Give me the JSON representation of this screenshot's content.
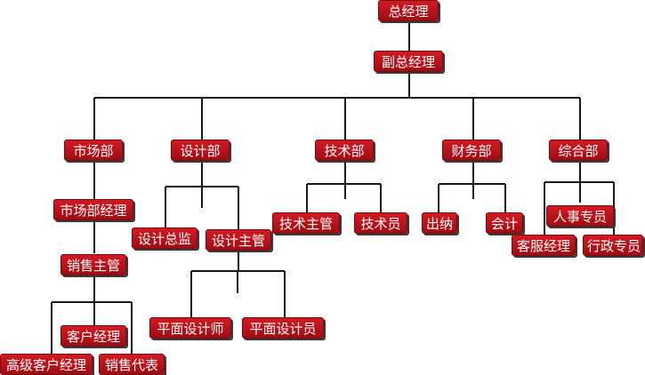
{
  "colors": {
    "node_fill": "#c8161e",
    "node_text": "#ffffff",
    "shadow": "#3b3b3b",
    "line": "#1a1a1a",
    "background": "#ffffff"
  },
  "org": {
    "gm": "总经理",
    "deputy_gm": "副总经理",
    "departments": {
      "marketing": "市场部",
      "design": "设计部",
      "tech": "技术部",
      "finance": "财务部",
      "admin": "综合部"
    },
    "marketing": {
      "manager": "市场部经理",
      "sales_supervisor": "销售主管",
      "account_manager": "客户经理",
      "senior_account_manager": "高级客户经理",
      "sales_rep": "销售代表"
    },
    "design": {
      "director": "设计总监",
      "supervisor": "设计主管",
      "graphic_designer": "平面设计师",
      "graphic_design_staff": "平面设计员"
    },
    "tech": {
      "supervisor": "技术主管",
      "staff": "技术员"
    },
    "finance": {
      "cashier": "出纳",
      "accountant": "会计"
    },
    "admin": {
      "hr_specialist": "人事专员",
      "customer_service_manager": "客服经理",
      "admin_specialist": "行政专员"
    }
  }
}
